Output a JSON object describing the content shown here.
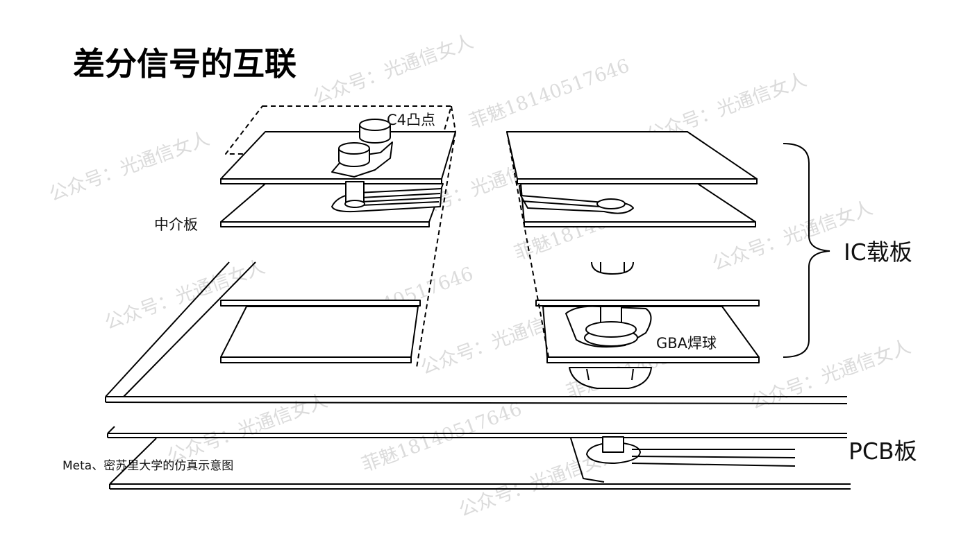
{
  "title": "差分信号的互联",
  "labels": {
    "c4_bump": "C4凸点",
    "interposer": "中介板",
    "ic_substrate": "IC载板",
    "bga_ball": "GBA焊球",
    "pcb": "PCB板"
  },
  "caption": "Meta、密苏里大学的仿真示意图",
  "watermarks": [
    "公众号：光通信女人",
    "菲魅18140517646"
  ],
  "colors": {
    "line": "#000000",
    "background": "#ffffff",
    "watermark": "#cfcfcf"
  }
}
